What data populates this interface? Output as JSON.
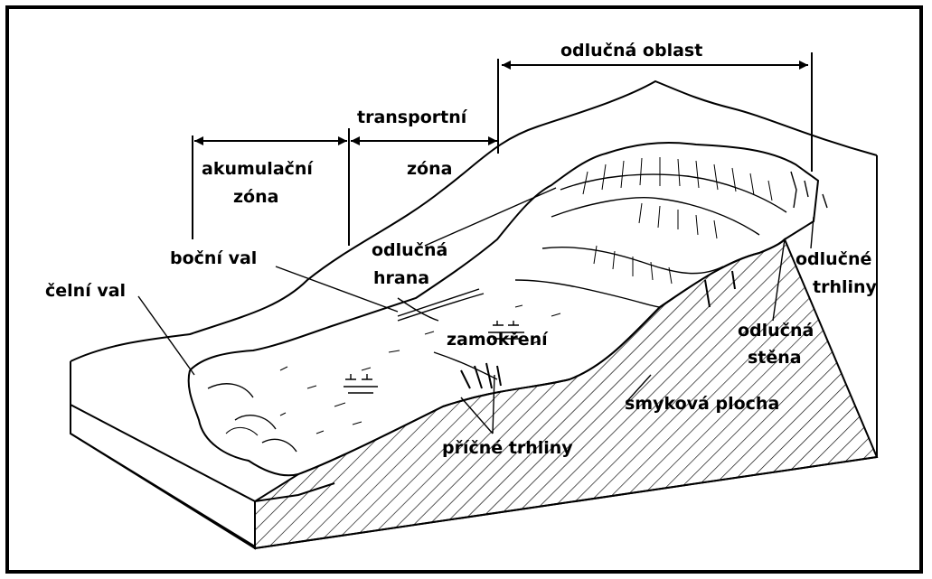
{
  "labels": {
    "odlucna_oblast": "odlučná oblast",
    "transportni": "transportní",
    "zona_transport": "zóna",
    "akumulacni": "akumulační",
    "zona_akumulace": "zóna",
    "bocni_val": "boční val",
    "odlucna": "odlučná",
    "hrana": "hrana",
    "celni_val": "čelní val",
    "odlucne": "odlučné",
    "trhliny": "trhliny",
    "odlucna2": "odlučná",
    "stena": "stěna",
    "zamokreni": "zamokření",
    "smykova_plocha": "smyková plocha",
    "pricne_trhliny": "příčné trhliny"
  }
}
